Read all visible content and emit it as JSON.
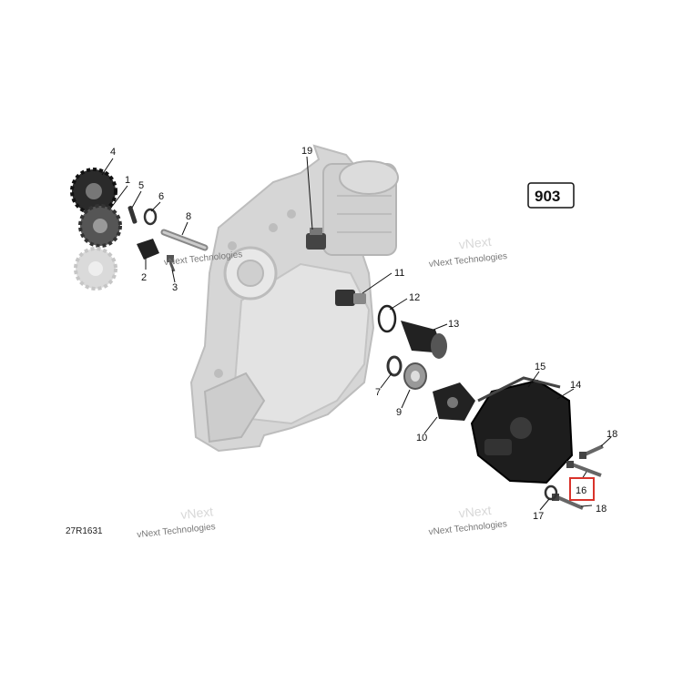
{
  "page_number": "903",
  "figure_ref": "27R1631",
  "watermark_text": "vNext Technologies",
  "watermark_ghost": "vNext",
  "callouts": [
    "1",
    "2",
    "3",
    "4",
    "5",
    "6",
    "7",
    "8",
    "9",
    "10",
    "11",
    "12",
    "13",
    "14",
    "15",
    "16",
    "17",
    "18",
    "18",
    "19"
  ],
  "highlighted_callout": "16",
  "colors": {
    "highlight": "#d9332b",
    "line": "#111111",
    "housing": "#c9c9c9",
    "part_dark": "#222222"
  }
}
